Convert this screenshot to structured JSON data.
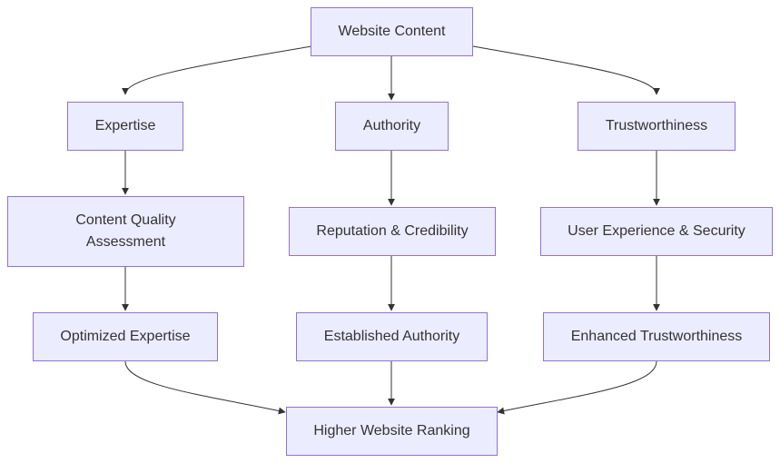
{
  "diagram": {
    "nodes": {
      "website_content": "Website Content",
      "expertise": "Expertise",
      "authority": "Authority",
      "trustworthiness": "Trustworthiness",
      "content_quality_line1": "Content Quality",
      "content_quality_line2": "Assessment",
      "reputation": "Reputation & Credibility",
      "user_experience": "User Experience & Security",
      "optimized_expertise": "Optimized Expertise",
      "established_authority": "Established Authority",
      "enhanced_trust": "Enhanced Trustworthiness",
      "higher_ranking": "Higher Website Ranking"
    },
    "edges": [
      [
        "website_content",
        "expertise"
      ],
      [
        "website_content",
        "authority"
      ],
      [
        "website_content",
        "trustworthiness"
      ],
      [
        "expertise",
        "content_quality"
      ],
      [
        "authority",
        "reputation"
      ],
      [
        "trustworthiness",
        "user_experience"
      ],
      [
        "content_quality",
        "optimized_expertise"
      ],
      [
        "reputation",
        "established_authority"
      ],
      [
        "user_experience",
        "enhanced_trust"
      ],
      [
        "optimized_expertise",
        "higher_ranking"
      ],
      [
        "established_authority",
        "higher_ranking"
      ],
      [
        "enhanced_trust",
        "higher_ranking"
      ]
    ],
    "colors": {
      "node_fill": "#ECECFF",
      "node_border": "#9370DB",
      "edge": "#333333"
    }
  }
}
